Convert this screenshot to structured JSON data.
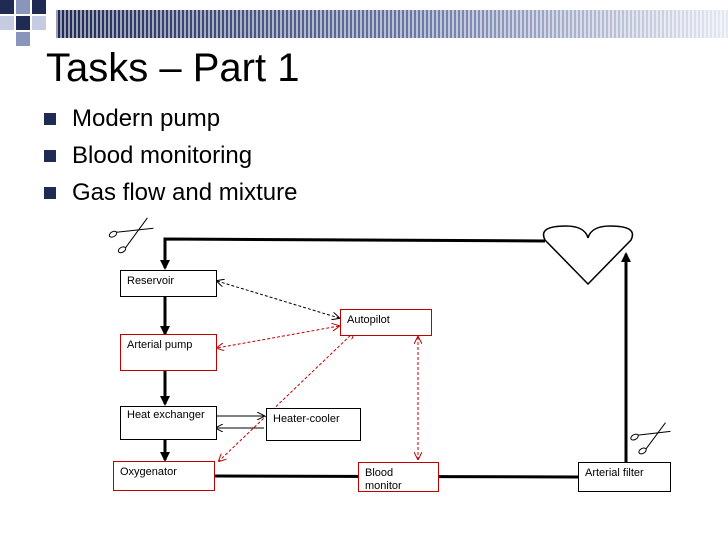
{
  "slide": {
    "title": "Tasks – Part 1",
    "bullets": [
      "Modern pump",
      "Blood monitoring",
      "Gas flow and mixture"
    ]
  },
  "diagram": {
    "nodes": {
      "reservoir": "Reservoir",
      "autopilot": "Autopilot",
      "arterial_pump": "Arterial pump",
      "heat_exchanger": "Heat exchanger",
      "heater_cooler": "Heater-cooler",
      "oxygenator": "Oxygenator",
      "blood_monitor": "Blood monitor",
      "arterial_filter": "Arterial filter"
    },
    "colors": {
      "highlight": "#c00000",
      "flow": "#000000",
      "bullet": "#1f2a55"
    },
    "icons": [
      "scissors-icon",
      "scissors-icon",
      "heart-icon"
    ]
  }
}
